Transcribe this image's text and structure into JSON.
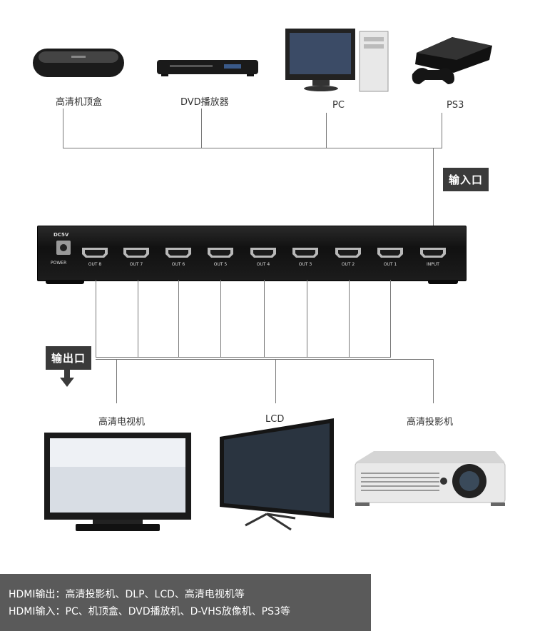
{
  "sources": [
    {
      "label": "高清机顶盒",
      "icon": "settop-box-icon"
    },
    {
      "label": "DVD播放器",
      "icon": "dvd-player-icon"
    },
    {
      "label": "PC",
      "icon": "pc-icon"
    },
    {
      "label": "PS3",
      "icon": "ps3-icon"
    }
  ],
  "input_tag": "输入口",
  "output_tag": "输出口",
  "device": {
    "dc_label": "DC5V",
    "power_label": "POWER",
    "ports": [
      "OUT 8",
      "OUT 7",
      "OUT 6",
      "OUT 5",
      "OUT 4",
      "OUT 3",
      "OUT 2",
      "OUT 1",
      "INPUT"
    ]
  },
  "outputs": [
    {
      "label": "高清电视机",
      "icon": "hdtv-icon"
    },
    {
      "label": "LCD",
      "icon": "lcd-tv-icon"
    },
    {
      "label": "高清投影机",
      "icon": "projector-icon"
    }
  ],
  "footer": {
    "line1": "HDMI输出：高清投影机、DLP、LCD、高清电视机等",
    "line2": "HDMI输入：PC、机顶盒、DVD播放机、D-VHS放像机、PS3等"
  }
}
